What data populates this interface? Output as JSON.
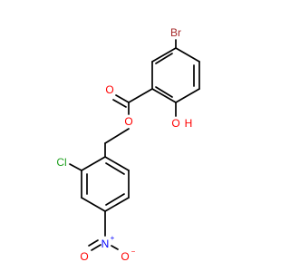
{
  "molecule": {
    "atoms": {
      "bromine": "Br",
      "hydroxyl_oxygen": "O",
      "hydroxyl_hydrogen": "H",
      "carbonyl_oxygen": "O",
      "ester_oxygen": "O",
      "chlorine": "Cl",
      "nitrogen": "N",
      "nitrogen_charge": "+",
      "nitro_oxygen_left": "O",
      "nitro_oxygen_bottom": "O",
      "nitro_oxygen_charge": "−"
    },
    "colors": {
      "bond": "#000000",
      "bromine": "#a52a2a",
      "oxygen": "#ff0000",
      "chlorine": "#1fa01f",
      "nitrogen": "#0000ff"
    }
  }
}
